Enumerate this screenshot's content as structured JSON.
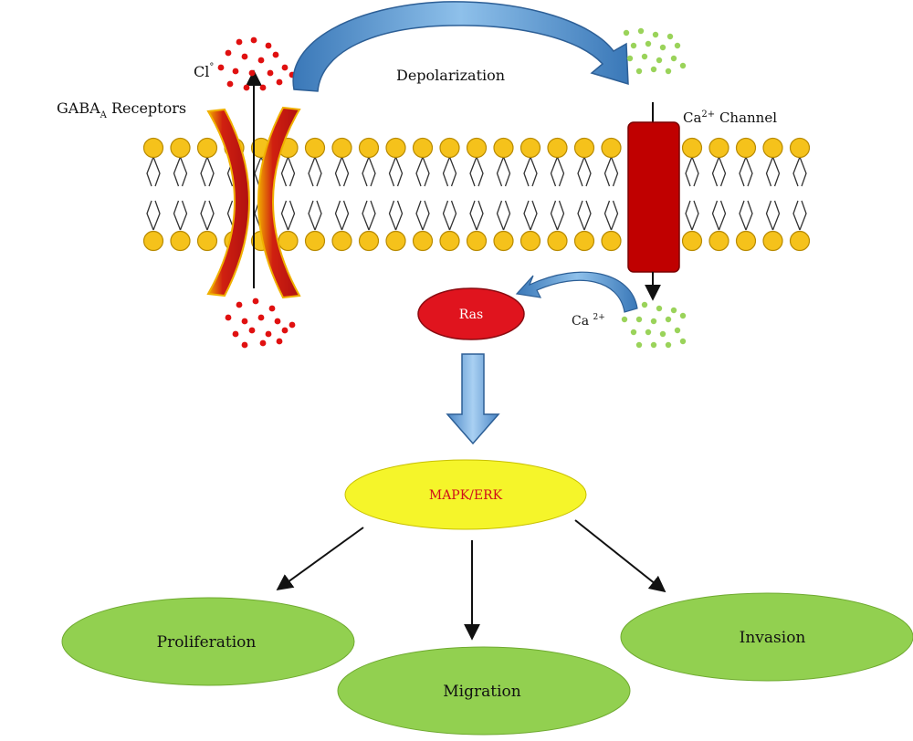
{
  "labels": {
    "cl_base": "Cl",
    "cl_sup": "°",
    "gaba_base": "GABA",
    "gaba_sub": "A",
    "gaba_rest": " Receptors",
    "depolarization": "Depolarization",
    "ca_channel_base": "Ca",
    "ca_channel_sup": "2+",
    "ca_channel_rest": " Channel",
    "ca_ion_base": "Ca ",
    "ca_ion_sup": "2+"
  },
  "nodes": {
    "ras": "Ras",
    "mapk": "MAPK/ERK",
    "proliferation": "Proliferation",
    "migration": "Migration",
    "invasion": "Invasion"
  },
  "colors": {
    "lipid_head": "#f5c21b",
    "lipid_outline": "#b88a00",
    "receptor": "#c81b1b",
    "chloride_ion": "#e01010",
    "calcium_ion": "#9ad35a",
    "channel": "#c00000",
    "ras": "#e0141e",
    "mapk": "#f5f52a",
    "mapk_text": "#d0101a",
    "outcome": "#92d050",
    "curved_arrow": "#5b9bd5",
    "block_arrow": "#5b9bd5"
  }
}
